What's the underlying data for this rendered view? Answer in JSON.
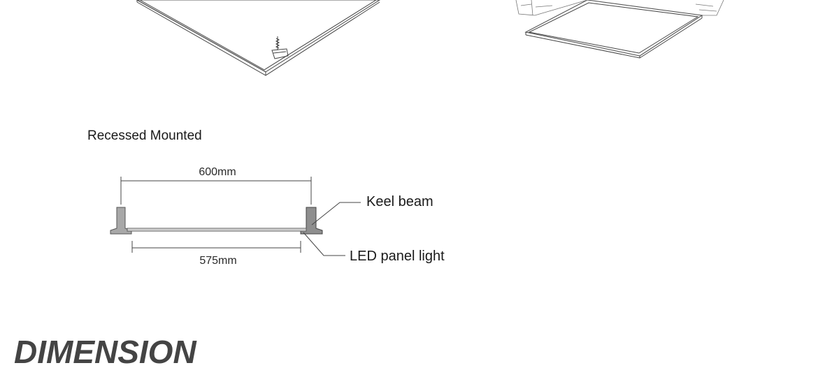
{
  "section_label": "Recessed Mounted",
  "dimensions": {
    "outer": "600mm",
    "inner": "575mm"
  },
  "callouts": {
    "keel_beam": "Keel beam",
    "led_panel": "LED panel light"
  },
  "heading": "DIMENSION"
}
